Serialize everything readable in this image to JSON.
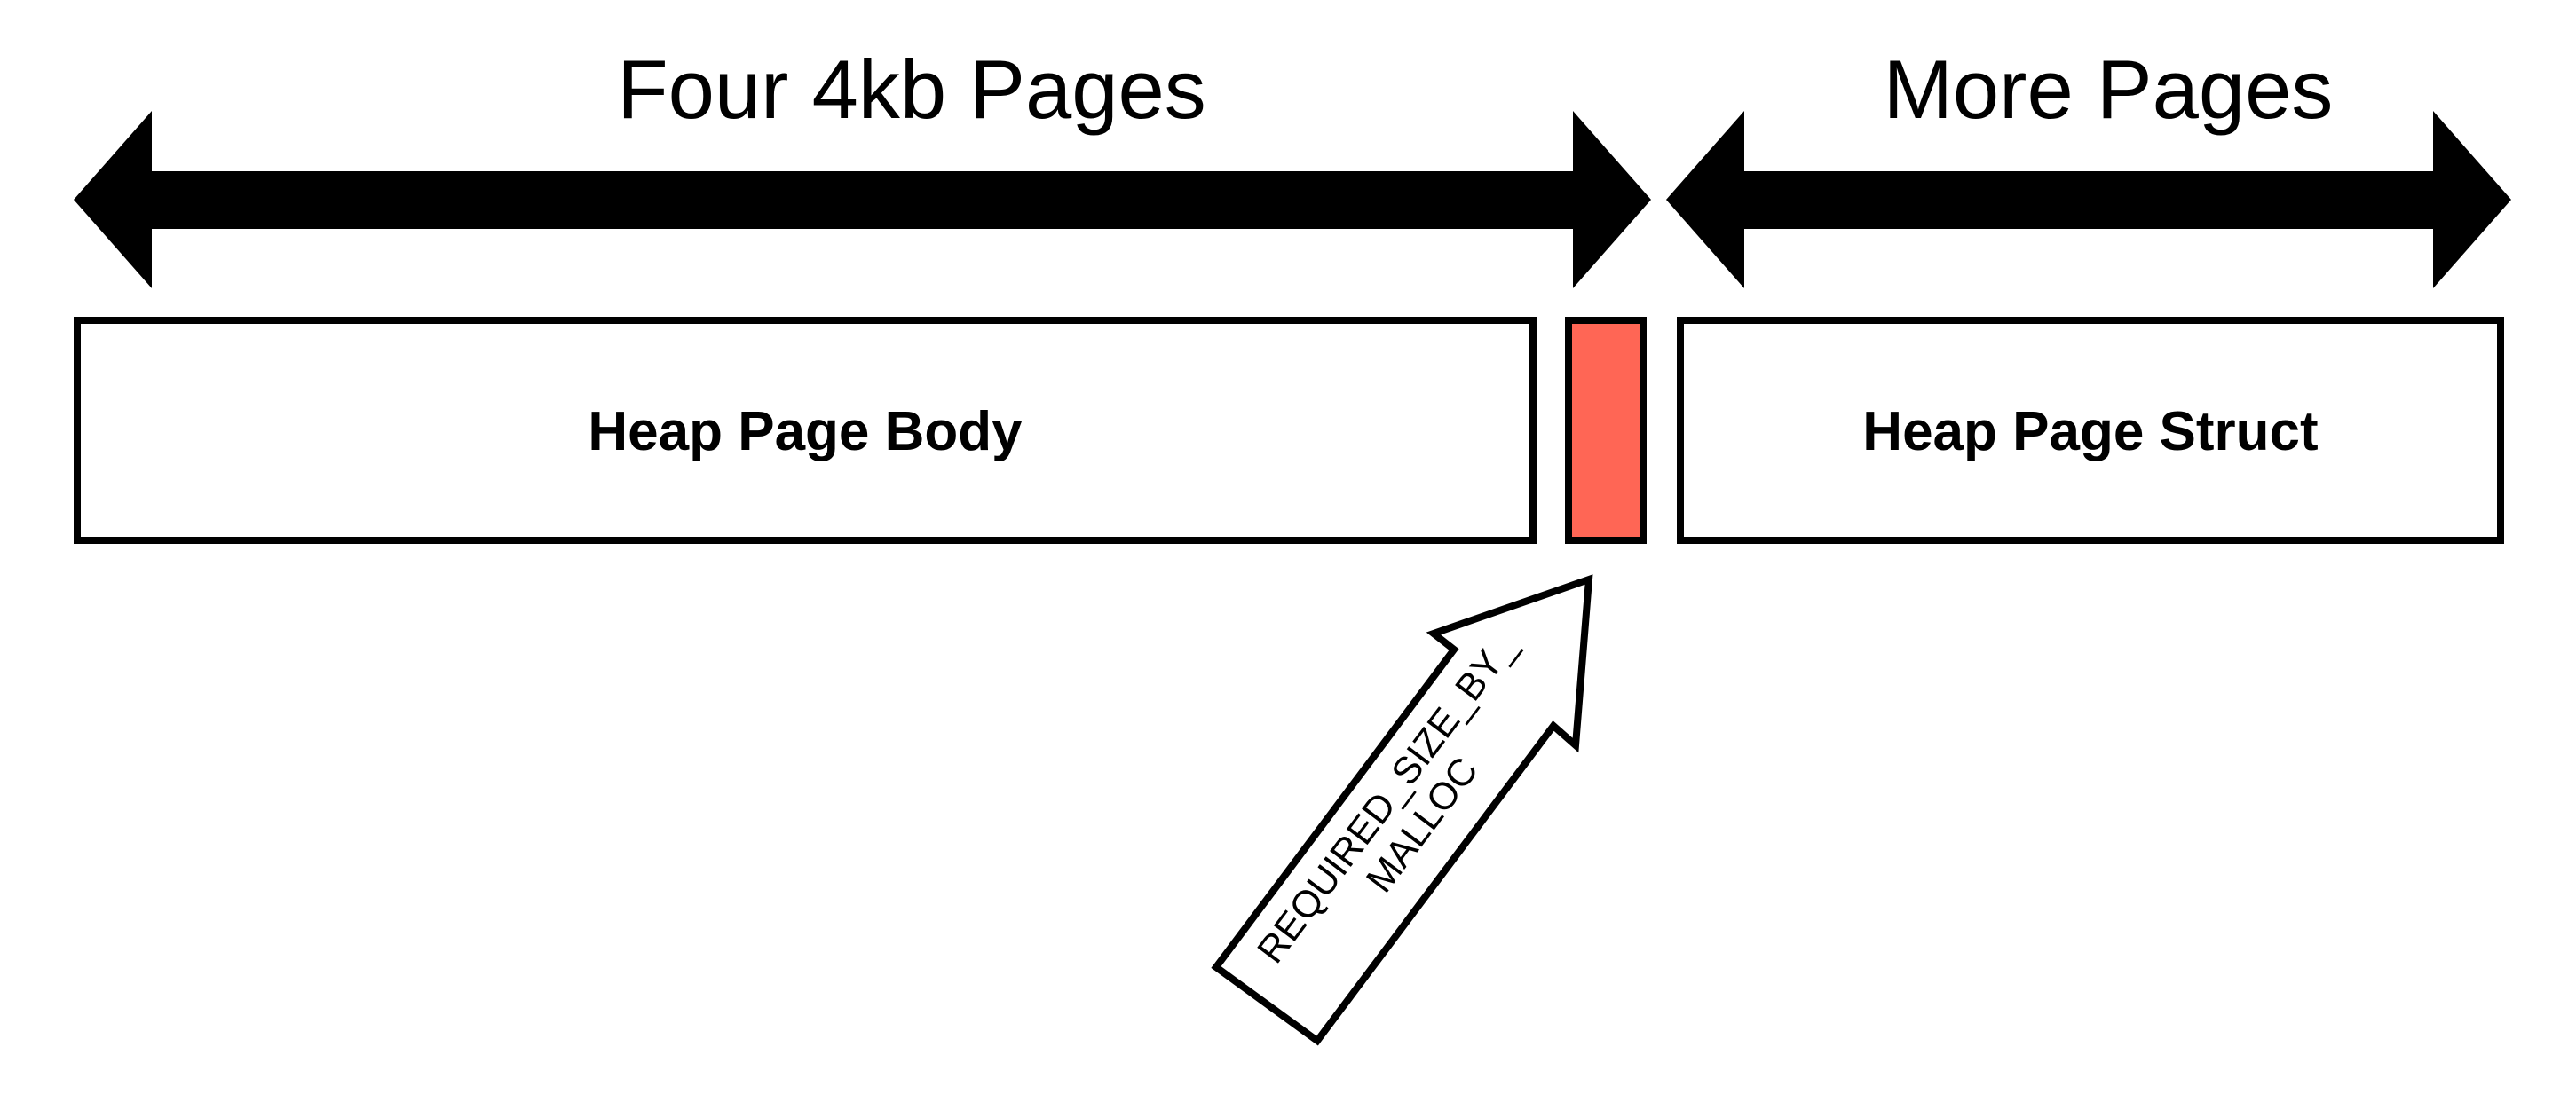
{
  "spans": {
    "four_pages_label": "Four 4kb Pages",
    "more_pages_label": "More Pages"
  },
  "boxes": {
    "body_label": "Heap Page Body",
    "struct_label": "Heap Page Struct",
    "highlight_color": "#ff6655"
  },
  "callout": {
    "line1": "REQUIRED_SIZE_BY_",
    "line2": "MALLOC"
  }
}
